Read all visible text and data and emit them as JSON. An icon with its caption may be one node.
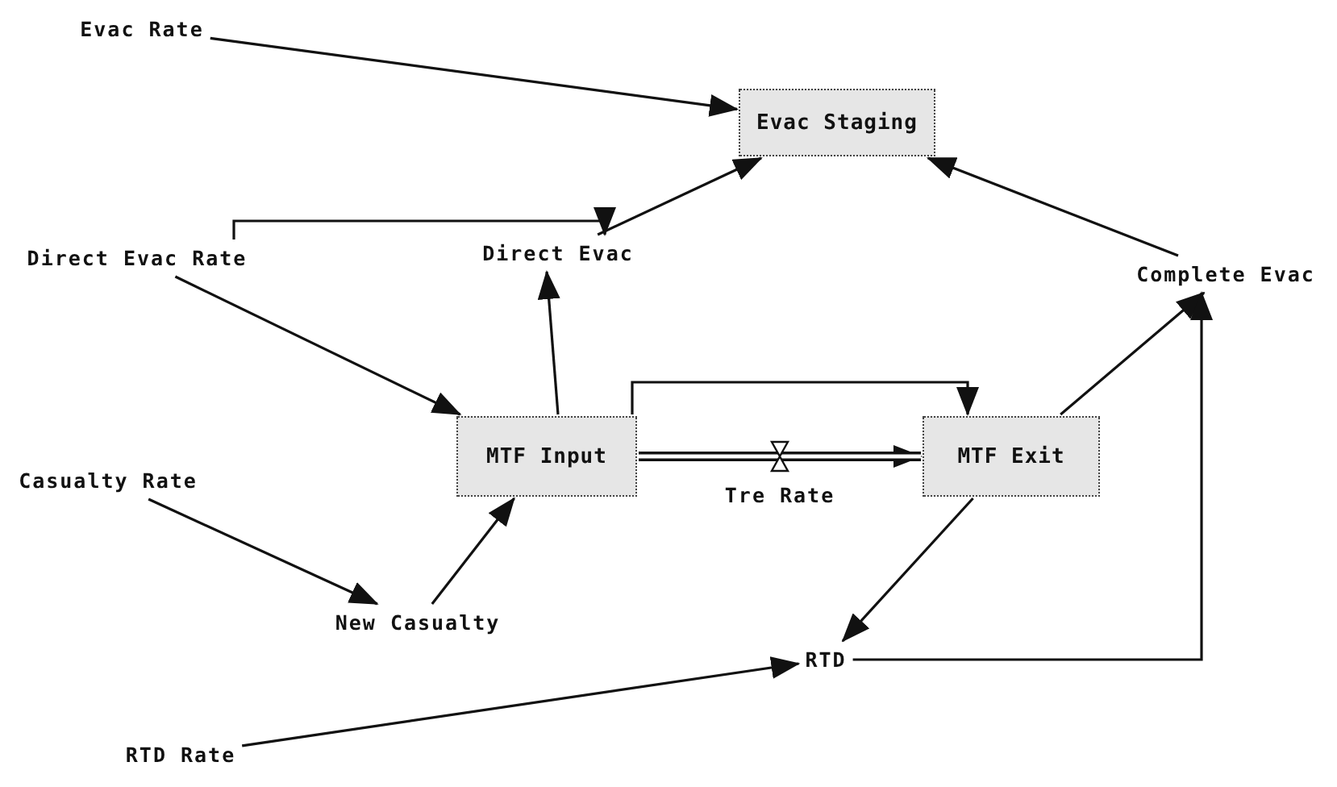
{
  "diagram": {
    "nodes": [
      {
        "text": [
          "Evac Rate"
        ]
      },
      {
        "text": [
          "Evac Staging"
        ]
      },
      {
        "text": [
          "Direct Evac Rate"
        ]
      },
      {
        "text": [
          "Direct Evac"
        ]
      },
      {
        "text": [
          "Complete Evac"
        ]
      },
      {
        "text": [
          "MTF Input"
        ]
      },
      {
        "text": [
          "MTF Exit"
        ]
      },
      {
        "text": [
          "Casualty Rate"
        ]
      },
      {
        "text": [
          "New Casualty"
        ]
      },
      {
        "text": [
          "RTD"
        ]
      },
      {
        "text": [
          "RTD Rate"
        ]
      }
    ],
    "edges": [
      {
        "from": 0,
        "to": 1,
        "arrow": "to"
      },
      {
        "from": 2,
        "to": 3,
        "arrow": "to"
      },
      {
        "from": 3,
        "to": 1,
        "arrow": "to"
      },
      {
        "from": 2,
        "to": 5,
        "arrow": "to"
      },
      {
        "from": 5,
        "to": 3,
        "arrow": "to"
      },
      {
        "from": 5,
        "to": 6,
        "arrow": "to"
      },
      {
        "from": 5,
        "to": 6,
        "arrow": "to",
        "label": "Tre Rate",
        "style": "thick"
      },
      {
        "from": 6,
        "to": 4,
        "arrow": "to"
      },
      {
        "from": 4,
        "to": 1,
        "arrow": "to"
      },
      {
        "from": 7,
        "to": 8,
        "arrow": "to"
      },
      {
        "from": 8,
        "to": 5,
        "arrow": "to"
      },
      {
        "from": 6,
        "to": 9,
        "arrow": "to"
      },
      {
        "from": 9,
        "to": 4,
        "arrow": "to"
      },
      {
        "from": 10,
        "to": 9,
        "arrow": "to"
      }
    ]
  }
}
